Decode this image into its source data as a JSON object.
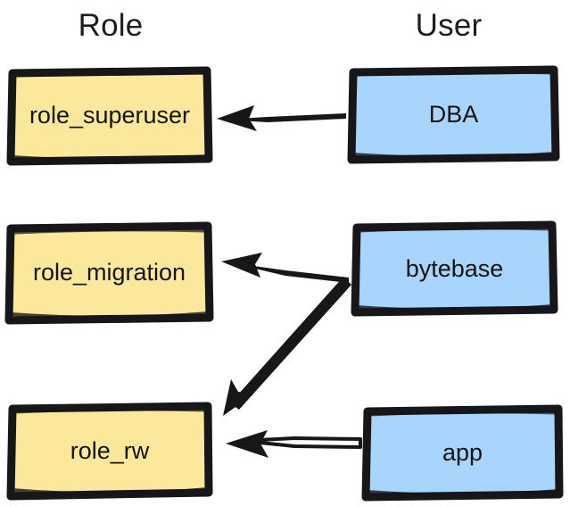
{
  "diagram": {
    "title_columns": [
      {
        "id": "role",
        "label": "Role"
      },
      {
        "id": "user",
        "label": "User"
      }
    ],
    "style": {
      "background": "#ffffff",
      "role_fill": "#fce89a",
      "user_fill": "#a8d5fb",
      "stroke": "#17171a",
      "text_color": "#141414",
      "header_color": "#1d1d1d"
    },
    "nodes": [
      {
        "id": "role_superuser",
        "label": "role_superuser",
        "column": "role",
        "kind": "role",
        "fill": "#fce89a"
      },
      {
        "id": "role_migration",
        "label": "role_migration",
        "column": "role",
        "kind": "role",
        "fill": "#fce89a"
      },
      {
        "id": "role_rw",
        "label": "role_rw",
        "column": "role",
        "kind": "role",
        "fill": "#fce89a"
      },
      {
        "id": "dba",
        "label": "DBA",
        "column": "user",
        "kind": "user",
        "fill": "#a8d5fb"
      },
      {
        "id": "bytebase",
        "label": "bytebase",
        "column": "user",
        "kind": "user",
        "fill": "#a8d5fb"
      },
      {
        "id": "app",
        "label": "app",
        "column": "user",
        "kind": "user",
        "fill": "#a8d5fb"
      }
    ],
    "edges": [
      {
        "id": "dba-to-role-superuser",
        "from": "dba",
        "to": "role_superuser",
        "style": "solid-arrow"
      },
      {
        "id": "bytebase-to-role-migration",
        "from": "bytebase",
        "to": "role_migration",
        "style": "solid-arrow"
      },
      {
        "id": "bytebase-to-role-rw",
        "from": "bytebase",
        "to": "role_rw",
        "style": "solid-arrow"
      },
      {
        "id": "app-to-role-rw",
        "from": "app",
        "to": "role_rw",
        "style": "hollow-arrow"
      }
    ]
  }
}
